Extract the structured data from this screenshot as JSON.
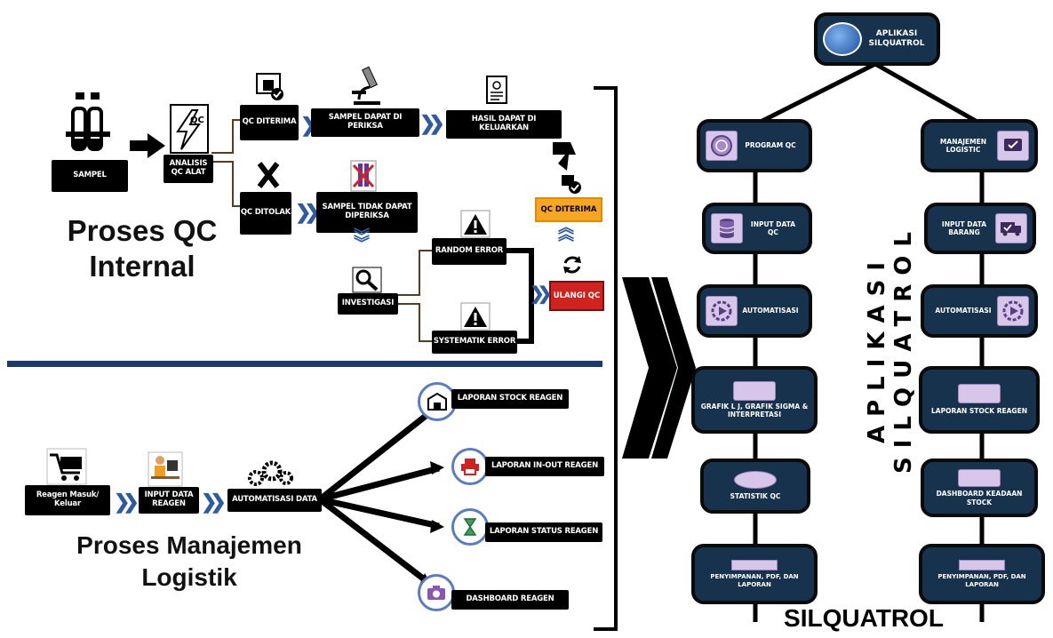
{
  "qc": {
    "title_line1": "Proses QC",
    "title_line2": "Internal",
    "sampel": "SAMPEL",
    "analisis": "ANALISIS QC ALAT",
    "qc_diterima": "QC DITERIMA",
    "sampel_periksa": "SAMPEL DAPAT DI PERIKSA",
    "hasil": "HASIL DAPAT DI KELUARKAN",
    "qc_ditolak": "QC DITOLAK",
    "sampel_tidak": "SAMPEL TIDAK DAPAT DIPERIKSA",
    "random_error": "RANDOM ERROR",
    "investigasi": "INVESTIGASI",
    "systematik_error": "SYSTEMATIK ERROR",
    "ulangi_qc": "ULANGI QC",
    "qc_diterima_2": "QC DITERIMA"
  },
  "logistik": {
    "title_line1": "Proses Manajemen",
    "title_line2": "Logistik",
    "reagen_masuk": "Reagen Masuk/ Keluar",
    "input_data": "INPUT DATA REAGEN",
    "automatisasi": "AUTOMATISASI DATA",
    "laporan_stock": "LAPORAN STOCK REAGEN",
    "laporan_inout": "LAPORAN IN-OUT REAGEN",
    "laporan_status": "LAPORAN STATUS REAGEN",
    "dashboard": "DASHBOARD REAGEN"
  },
  "app": {
    "top": "APLIKASI SILQUATROL",
    "vertical": "APLIKASI SILQUATROL",
    "caption": "SILQUATROL",
    "left": [
      "PROGRAM QC",
      "INPUT DATA QC",
      "AUTOMATISASI",
      "GRAFIK L J, GRAFIK SIGMA & INTERPRETASI",
      "STATISTIK QC",
      "PENYIMPANAN, PDF, DAN LAPORAN"
    ],
    "right": [
      "MANAJEMEN LOGISTIC",
      "INPUT DATA BARANG",
      "AUTOMATISASI",
      "LAPORAN STOCK REAGEN",
      "DASHBOARD KEADAAN STOCK",
      "PENYIMPANAN, PDF, DAN LAPORAN"
    ]
  },
  "colors": {
    "node_fill": "#17324d",
    "icon_fill": "#d7c6ea",
    "divider": "#1b3a6b",
    "chevron": "#2d5aa0",
    "qc_accept": "#f6a623",
    "qc_repeat": "#d0231f",
    "circle_border": "#5a7cc4"
  },
  "icons": [
    "test-tubes-icon",
    "lightning-qc-icon",
    "monitor-check-icon",
    "microscope-icon",
    "document-check-icon",
    "x-mark-icon",
    "crossed-tubes-icon",
    "warning-icon",
    "magnifier-icon",
    "refresh-icon",
    "cart-icon",
    "person-at-desk-icon",
    "gears-icon",
    "box-icon",
    "printer-icon",
    "hourglass-icon",
    "camera-icon",
    "globe-icon",
    "seal-icon",
    "database-icon",
    "gear-play-icon",
    "chart-icon",
    "truck-icon"
  ]
}
